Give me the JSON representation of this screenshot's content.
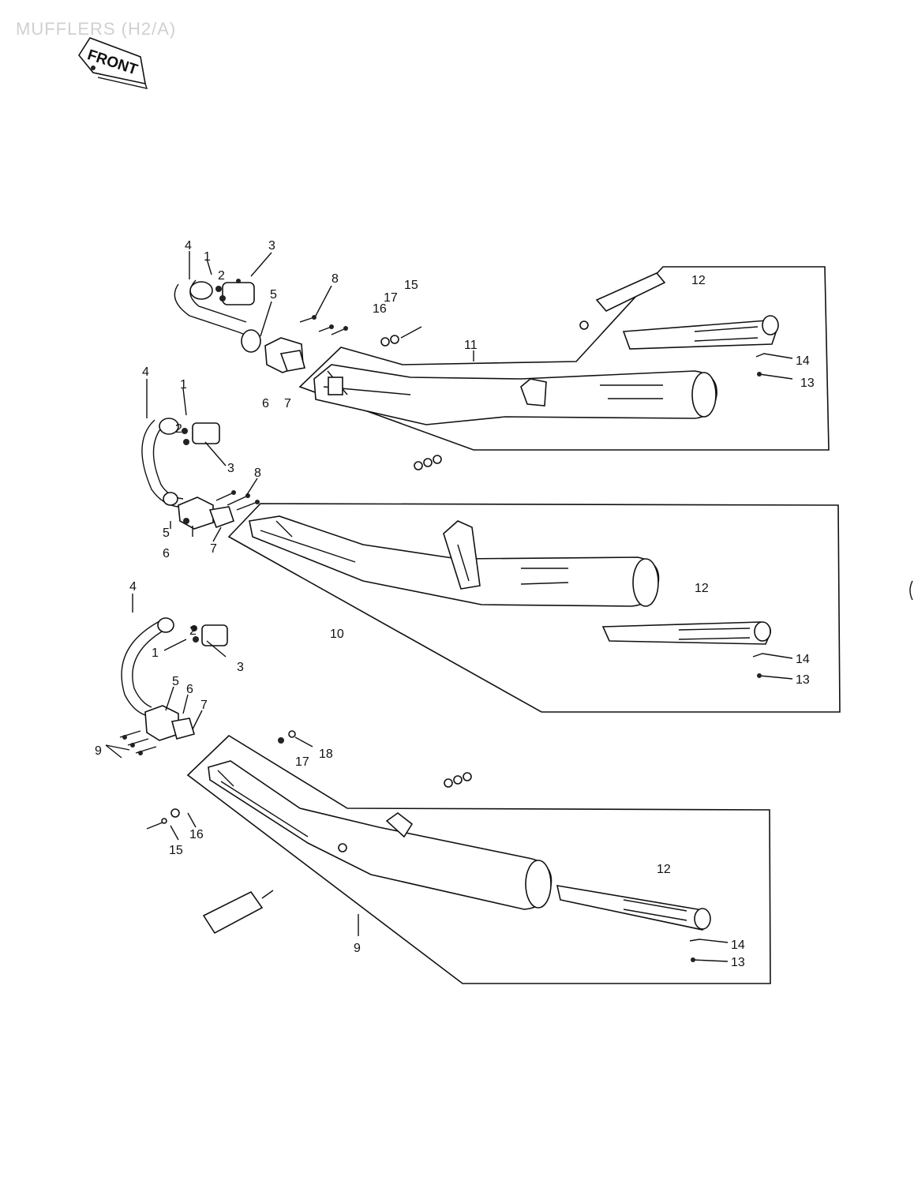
{
  "title": "MUFFLERS (H2/A)",
  "front_badge": "FRONT",
  "callouts": [
    {
      "id": "a4",
      "text": "4"
    },
    {
      "id": "a1",
      "text": "1"
    },
    {
      "id": "a2",
      "text": "2"
    },
    {
      "id": "a3",
      "text": "3"
    },
    {
      "id": "a5",
      "text": "5"
    },
    {
      "id": "a8",
      "text": "8"
    },
    {
      "id": "a16",
      "text": "16"
    },
    {
      "id": "a17",
      "text": "17"
    },
    {
      "id": "a15",
      "text": "15"
    },
    {
      "id": "a11",
      "text": "11"
    },
    {
      "id": "a12",
      "text": "12"
    },
    {
      "id": "a6",
      "text": "6"
    },
    {
      "id": "a7",
      "text": "7"
    },
    {
      "id": "a14",
      "text": "14"
    },
    {
      "id": "a13",
      "text": "13"
    },
    {
      "id": "b4",
      "text": "4"
    },
    {
      "id": "b1",
      "text": "1"
    },
    {
      "id": "b2",
      "text": "2"
    },
    {
      "id": "b3",
      "text": "3"
    },
    {
      "id": "b8",
      "text": "8"
    },
    {
      "id": "b5",
      "text": "5"
    },
    {
      "id": "b6",
      "text": "6"
    },
    {
      "id": "b7",
      "text": "7"
    },
    {
      "id": "b10",
      "text": "10"
    },
    {
      "id": "b12",
      "text": "12"
    },
    {
      "id": "b14",
      "text": "14"
    },
    {
      "id": "b13",
      "text": "13"
    },
    {
      "id": "c4",
      "text": "4"
    },
    {
      "id": "c1",
      "text": "1"
    },
    {
      "id": "c2",
      "text": "2"
    },
    {
      "id": "c3",
      "text": "3"
    },
    {
      "id": "c5",
      "text": "5"
    },
    {
      "id": "c6",
      "text": "6"
    },
    {
      "id": "c7",
      "text": "7"
    },
    {
      "id": "c9a",
      "text": "9"
    },
    {
      "id": "c18",
      "text": "18"
    },
    {
      "id": "c17",
      "text": "17"
    },
    {
      "id": "c15",
      "text": "15"
    },
    {
      "id": "c16",
      "text": "16"
    },
    {
      "id": "c12",
      "text": "12"
    },
    {
      "id": "c9",
      "text": "9"
    },
    {
      "id": "c14",
      "text": "14"
    },
    {
      "id": "c13",
      "text": "13"
    }
  ]
}
